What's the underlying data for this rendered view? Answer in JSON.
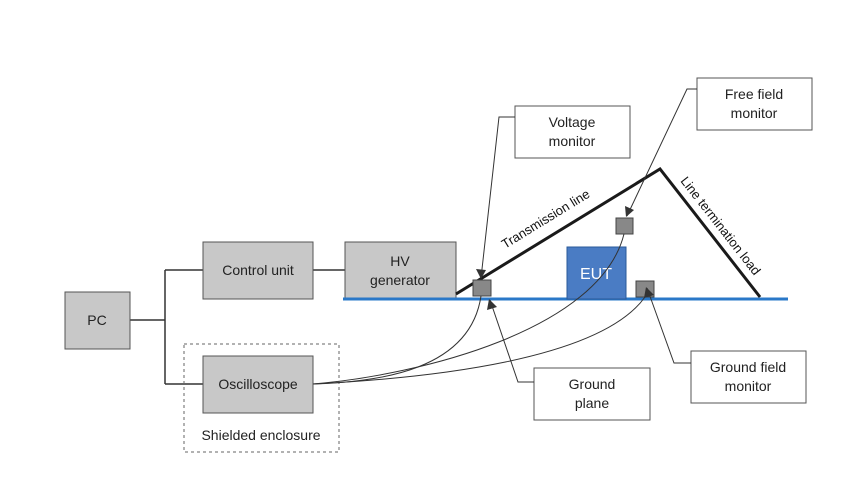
{
  "blocks": {
    "pc": "PC",
    "control_unit": "Control unit",
    "hv_generator_line1": "HV",
    "hv_generator_line2": "generator",
    "oscilloscope": "Oscilloscope",
    "eut": "EUT"
  },
  "labels": {
    "shielded_enclosure": "Shielded enclosure",
    "transmission_line": "Transmission line",
    "line_termination_load": "Line termination load",
    "voltage_monitor_line1": "Voltage",
    "voltage_monitor_line2": "monitor",
    "free_field_monitor_line1": "Free field",
    "free_field_monitor_line2": "monitor",
    "ground_plane_line1": "Ground",
    "ground_plane_line2": "plane",
    "ground_field_monitor_line1": "Ground field",
    "ground_field_monitor_line2": "monitor"
  },
  "colors": {
    "block_fill": "#c8c8c8",
    "block_stroke": "#555555",
    "eut_fill": "#4a7cc4",
    "ground_plane": "#2a78c8",
    "transmission_line": "#1a1a1a"
  }
}
